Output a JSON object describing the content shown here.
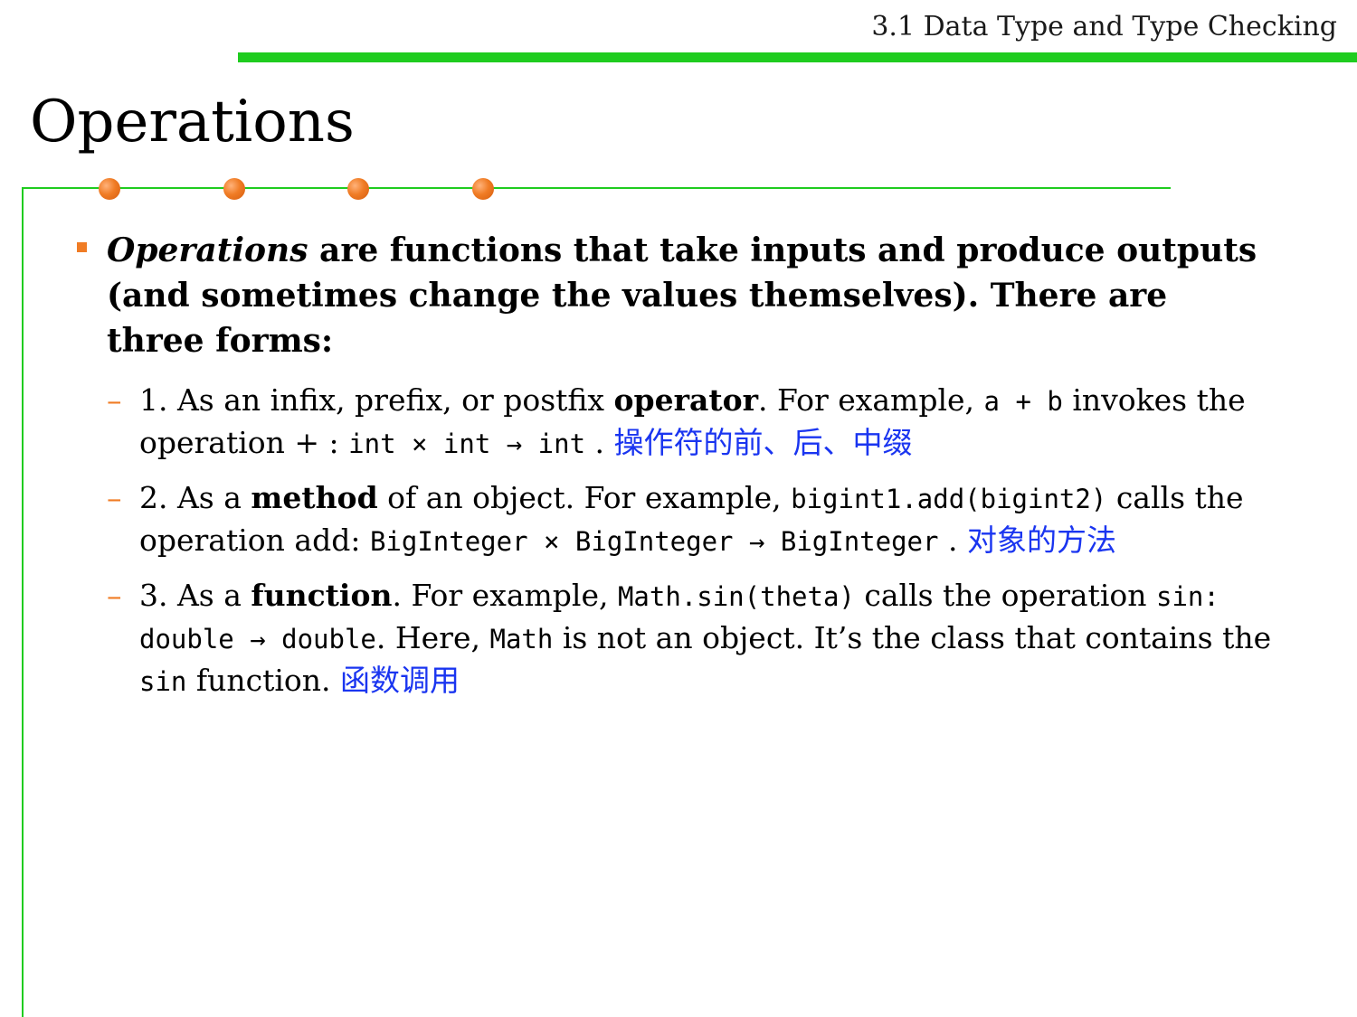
{
  "header": {
    "section": "3.1 Data Type and Type Checking",
    "title": "Operations"
  },
  "colors": {
    "accent_green": "#1fcc1f",
    "accent_orange": "#f07c25",
    "annotation_blue": "#1a35f0"
  },
  "main_bullet": {
    "term": "Operations",
    "rest": " are functions that take inputs and produce outputs (and sometimes change the values themselves). There are three forms:"
  },
  "items": [
    {
      "dash": "–",
      "p1": "1.  As an infix, prefix, or postfix ",
      "b1": "operator",
      "p2": ". For example, ",
      "c1": "a + b",
      "p3": " invokes the operation + : ",
      "c2": "int × int → int",
      "p4": " . ",
      "cn": "操作符的前、后、中缀"
    },
    {
      "dash": "–",
      "p1": "2. As a ",
      "b1": "method",
      "p2": " of an object. For example, ",
      "c1": "bigint1.add(bigint2)",
      "p3": " calls the operation add: ",
      "c2": "BigInteger × BigInteger → BigInteger",
      "p4": " . ",
      "cn": "对象的方法"
    },
    {
      "dash": "–",
      "p1": "3. As a ",
      "b1": "function",
      "p2": ". For example, ",
      "c1": "Math.sin(theta)",
      "p3": " calls the operation ",
      "c2": "sin: double → double",
      "p4": ". Here, ",
      "c3": "Math",
      "p5": " is not an object. It’s the class that contains the ",
      "c4": "sin",
      "p6": " function. ",
      "cn": "函数调用"
    }
  ]
}
